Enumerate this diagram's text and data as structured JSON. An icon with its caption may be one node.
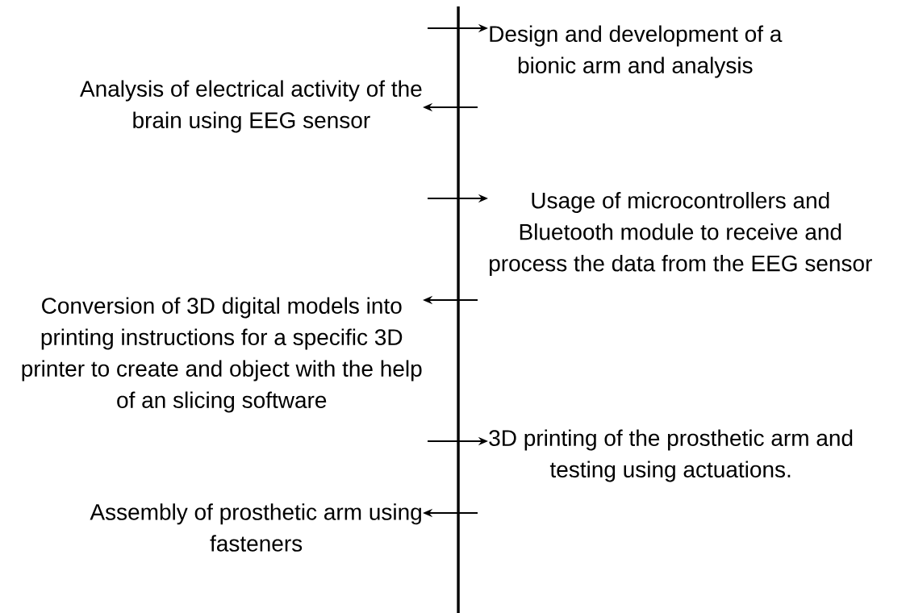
{
  "diagram": {
    "nodes": [
      {
        "text": [],
        "shape": "bar"
      },
      {
        "text": [
          "Design and development of a bionic arm and analysis"
        ]
      },
      {
        "text": [
          "Analysis of electrical activity of the brain using EEG sensor"
        ]
      },
      {
        "text": [
          "Usage of microcontrollers and Bluetooth module to receive and process the data from the EEG sensor"
        ]
      },
      {
        "text": [
          "Conversion of 3D digital models into printing instructions for a specific 3D printer to create and object with the help of an slicing software"
        ]
      },
      {
        "text": [
          "3D printing of the prosthetic arm and testing using actuations."
        ]
      },
      {
        "text": [
          "Assembly of prosthetic arm using fasteners"
        ]
      }
    ],
    "edges": [
      {
        "from": null,
        "to": 1,
        "arrow": "to"
      },
      {
        "from": null,
        "to": 2,
        "arrow": "to"
      },
      {
        "from": null,
        "to": 3,
        "arrow": "to"
      },
      {
        "from": null,
        "to": 4,
        "arrow": "to"
      },
      {
        "from": null,
        "to": 5,
        "arrow": "to"
      },
      {
        "from": null,
        "to": 6,
        "arrow": "to"
      }
    ]
  }
}
